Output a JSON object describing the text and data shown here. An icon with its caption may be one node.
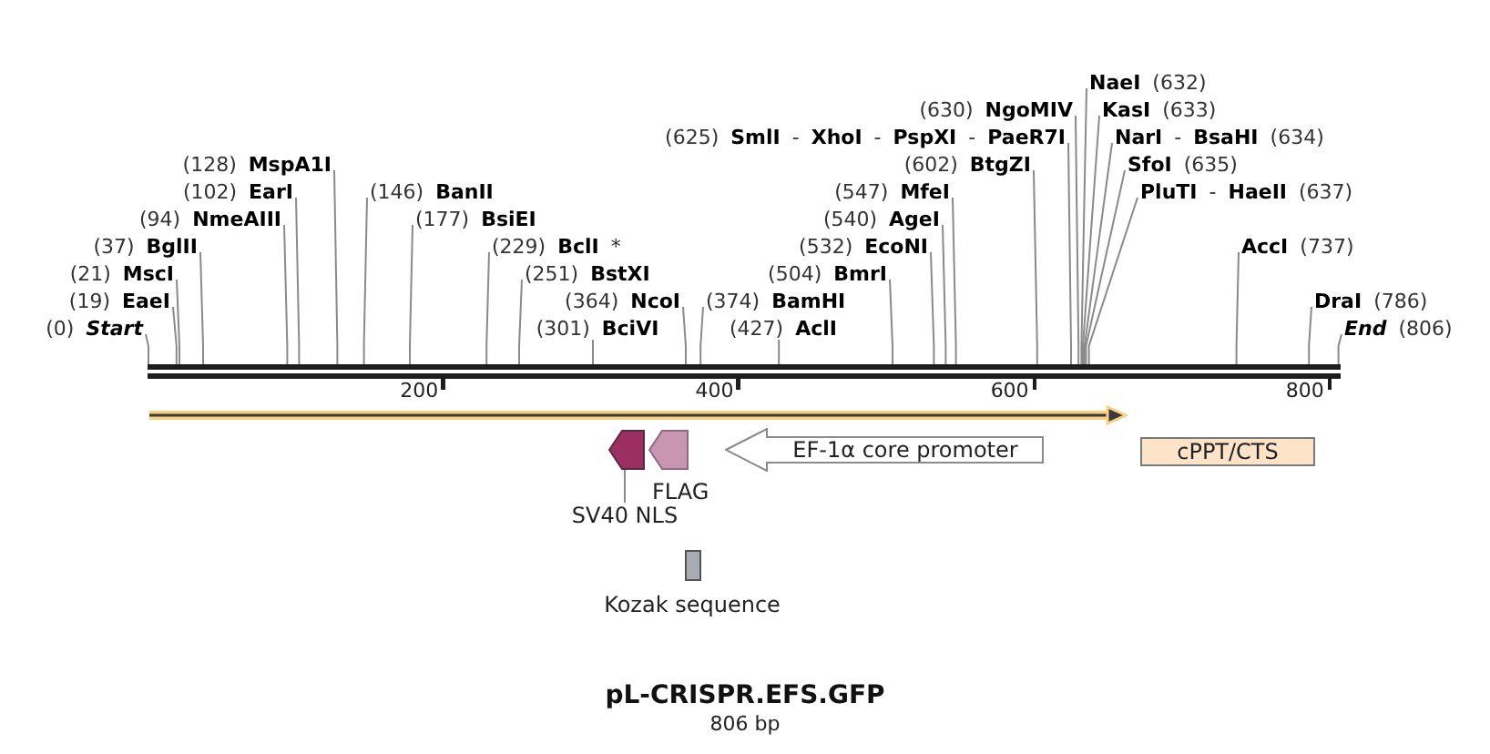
{
  "diagram": {
    "title": "pL-CRISPR.EFS.GFP",
    "nodes": [
      {
        "text": [
          "(0) **Start**"
        ]
      },
      {
        "text": [
          "(19) **EaeI**"
        ]
      },
      {
        "text": [
          "(21) **MscI**"
        ]
      },
      {
        "text": [
          "(37) **BglII**"
        ]
      },
      {
        "text": [
          "(94) **NmeAIII**"
        ]
      },
      {
        "text": [
          "(102) **EarI**"
        ]
      },
      {
        "text": [
          "(128) **MspA1I**"
        ]
      },
      {
        "text": [
          "(146) **BanII**"
        ]
      },
      {
        "text": [
          "(177) **BsiEI**"
        ]
      },
      {
        "text": [
          "(229) **BclI** *"
        ]
      },
      {
        "text": [
          "(251) **BstXI**"
        ]
      },
      {
        "text": [
          "(301) **BciVI**"
        ]
      },
      {
        "text": [
          "(364) **NcoI**"
        ]
      },
      {
        "text": [
          "(374) **BamHI**"
        ]
      },
      {
        "text": [
          "(427) **AclI**"
        ]
      },
      {
        "text": [
          "(504) **BmrI**"
        ]
      },
      {
        "text": [
          "(532) **EcoNI**"
        ]
      },
      {
        "text": [
          "(540) **AgeI**"
        ]
      },
      {
        "text": [
          "(547) **MfeI**"
        ]
      },
      {
        "text": [
          "(602) **BtgZI**"
        ]
      },
      {
        "text": [
          "(625) **SmlI** - **XhoI** - **PspXI** - **PaeR7I**"
        ]
      },
      {
        "text": [
          "(630) **NgoMIV**"
        ]
      },
      {
        "text": [
          "**NaeI** (632)"
        ]
      },
      {
        "text": [
          "**KasI** (633)"
        ]
      },
      {
        "text": [
          "**NarI** - **BsaHI** (634)"
        ]
      },
      {
        "text": [
          "**SfoI** (635)"
        ]
      },
      {
        "text": [
          "**PluTI** - **HaeII** (637)"
        ]
      },
      {
        "text": [
          "**AccI** (737)"
        ]
      },
      {
        "text": [
          "**DraI** (786)"
        ]
      },
      {
        "text": [
          "**End** (806)"
        ]
      },
      {
        "text": [],
        "shape": "bar"
      },
      {
        "text": [],
        "shape": "bar"
      },
      {
        "text": [],
        "shape": "pentagon"
      },
      {
        "text": [
          "FLAG"
        ]
      },
      {
        "text": [
          "EF-1α core promoter"
        ]
      },
      {
        "text": [
          "cPPT/CTS"
        ]
      },
      {
        "text": [
          "SV40 NLS"
        ]
      },
      {
        "text": [
          "Kozak sequence"
        ]
      }
    ],
    "edges": [
      {
        "from": 0,
        "to": 30,
        "arrow": "none"
      },
      {
        "from": 1,
        "to": 30,
        "arrow": "none"
      },
      {
        "from": 2,
        "to": 30,
        "arrow": "none"
      },
      {
        "from": 3,
        "to": 30,
        "arrow": "none"
      },
      {
        "from": 4,
        "to": 30,
        "arrow": "none"
      },
      {
        "from": 5,
        "to": 30,
        "arrow": "none"
      },
      {
        "from": 6,
        "to": 30,
        "arrow": "none"
      },
      {
        "from": 7,
        "to": 30,
        "arrow": "none"
      },
      {
        "from": 8,
        "to": 30,
        "arrow": "none"
      },
      {
        "from": 9,
        "to": 30,
        "arrow": "none"
      },
      {
        "from": 10,
        "to": 30,
        "arrow": "none"
      },
      {
        "from": 11,
        "to": 30,
        "arrow": "none"
      },
      {
        "from": 12,
        "to": 30,
        "arrow": "none"
      },
      {
        "from": 13,
        "to": 30,
        "arrow": "none"
      },
      {
        "from": 14,
        "to": 30,
        "arrow": "none"
      },
      {
        "from": 15,
        "to": 30,
        "arrow": "none"
      },
      {
        "from": 16,
        "to": 30,
        "arrow": "none"
      },
      {
        "from": 17,
        "to": 30,
        "arrow": "none"
      },
      {
        "from": 18,
        "to": 30,
        "arrow": "none"
      },
      {
        "from": 19,
        "to": 30,
        "arrow": "none"
      },
      {
        "from": 20,
        "to": 30,
        "arrow": "none"
      },
      {
        "from": 21,
        "to": 30,
        "arrow": "none"
      },
      {
        "from": 22,
        "to": 30,
        "arrow": "none"
      },
      {
        "from": 23,
        "to": 30,
        "arrow": "none"
      },
      {
        "from": 24,
        "to": 30,
        "arrow": "none"
      },
      {
        "from": 25,
        "to": 30,
        "arrow": "none"
      },
      {
        "from": 26,
        "to": 30,
        "arrow": "none"
      },
      {
        "from": 27,
        "to": 30,
        "arrow": "none"
      },
      {
        "from": 28,
        "to": 30,
        "arrow": "none"
      },
      {
        "from": 29,
        "to": 30,
        "arrow": "none"
      },
      {
        "from": 36,
        "to": 32,
        "arrow": "none"
      }
    ],
    "labels": [
      "200",
      "400",
      "600",
      "800",
      "806 bp"
    ]
  }
}
